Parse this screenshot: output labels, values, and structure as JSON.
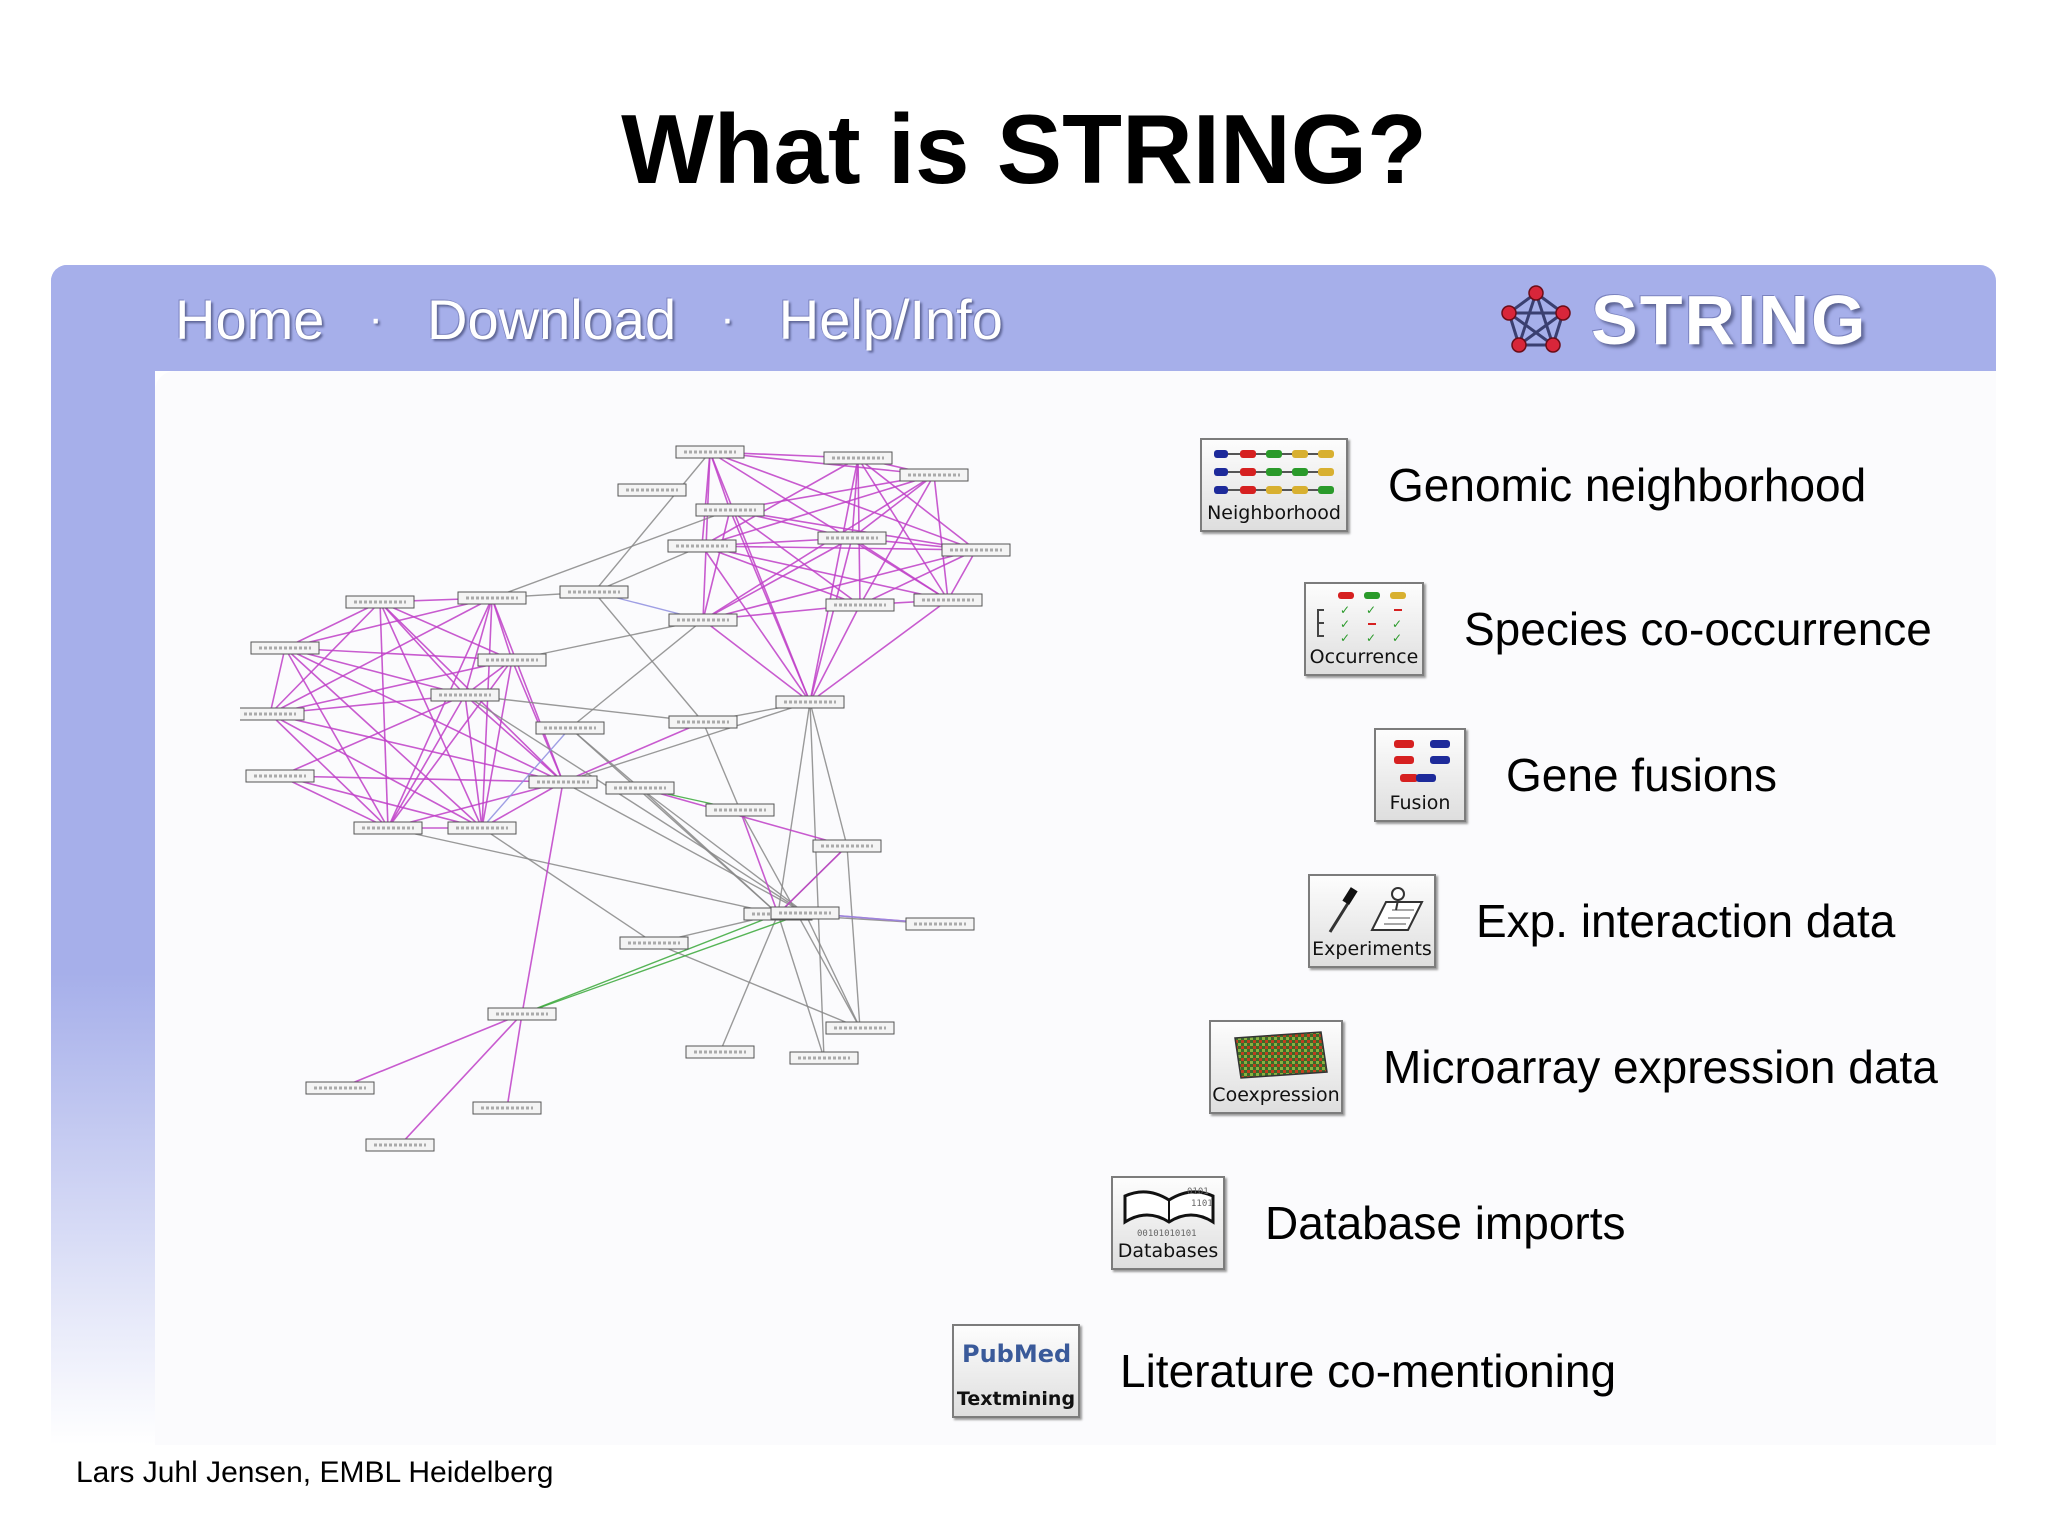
{
  "slide": {
    "title": "What is STRING?",
    "footer": "Lars Juhl Jensen, EMBL Heidelberg"
  },
  "navbar": {
    "links": [
      "Home",
      "Download",
      "Help/Info"
    ],
    "separator": "·",
    "brand": "STRING",
    "color": "#a6afea"
  },
  "evidence": [
    {
      "icon_label": "Neighborhood",
      "label": "Genomic neighborhood",
      "icon": "neighborhood-icon"
    },
    {
      "icon_label": "Occurrence",
      "label": "Species co-occurrence",
      "icon": "occurrence-icon"
    },
    {
      "icon_label": "Fusion",
      "label": "Gene fusions",
      "icon": "fusion-icon"
    },
    {
      "icon_label": "Experiments",
      "label": "Exp. interaction data",
      "icon": "experiments-icon"
    },
    {
      "icon_label": "Coexpression",
      "label": "Microarray expression data",
      "icon": "coexpression-icon"
    },
    {
      "icon_label": "Databases",
      "label": "Database imports",
      "icon": "databases-icon"
    },
    {
      "icon_label": "Textmining",
      "label": "Literature co-mentioning",
      "icon": "textmining-icon",
      "logo_text": "PubMed"
    }
  ],
  "network": {
    "colors": {
      "grey": "#888888",
      "magenta": "#c040c8",
      "green": "#3aa83a",
      "blue": "#9090e0"
    }
  }
}
